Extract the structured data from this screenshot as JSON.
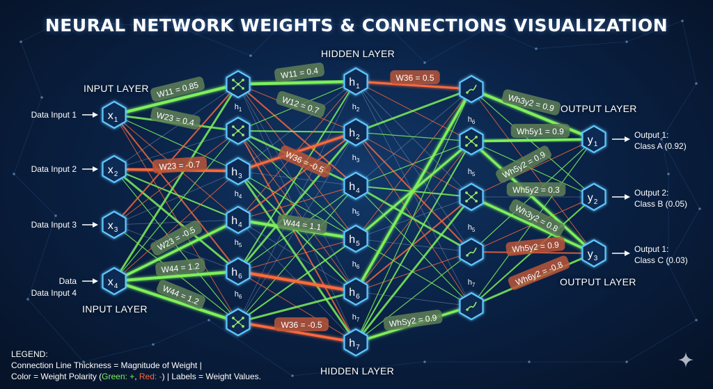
{
  "title": "NEURAL NETWORK WEIGHTS & CONNECTIONS VISUALIZATION",
  "colors": {
    "positive": "#7ef05a",
    "negative": "#ff6a3a",
    "neutral": "#9fb2cf",
    "node_border": "#5fc8ff",
    "node_fill": "#0b2a52"
  },
  "layer_labels": {
    "input_top": "INPUT LAYER",
    "input_bottom": "INPUT LAYER",
    "hidden_top": "HIDDEN LAYER",
    "hidden_bottom": "HIDDEN LAYER",
    "output_top": "OUTPUT LAYER",
    "output_bottom": "OUTPUT LAYER"
  },
  "input_labels": [
    "Data Input 1",
    "Data Input 2",
    "Data Input 3",
    "Data",
    "Data Input 4"
  ],
  "inputs": [
    {
      "base": "x",
      "sub": "1"
    },
    {
      "base": "x",
      "sub": "2"
    },
    {
      "base": "x",
      "sub": "3"
    },
    {
      "base": "x",
      "sub": "4"
    }
  ],
  "hidden1": [
    {
      "base": "",
      "sub": "",
      "icon": "network-icon",
      "caption": "h1"
    },
    {
      "base": "",
      "sub": "",
      "icon": "network-icon",
      "caption": ""
    },
    {
      "base": "h",
      "sub": "3",
      "icon": "",
      "caption": "h4"
    },
    {
      "base": "h",
      "sub": "4",
      "icon": "",
      "caption": "h5"
    },
    {
      "base": "h",
      "sub": "6",
      "icon": "",
      "caption": "h6"
    },
    {
      "base": "",
      "sub": "",
      "icon": "network-icon",
      "caption": ""
    }
  ],
  "hidden2": [
    {
      "base": "h",
      "sub": "1",
      "caption": "h2"
    },
    {
      "base": "h",
      "sub": "2",
      "caption": "h3"
    },
    {
      "base": "h",
      "sub": "4",
      "caption": "h5"
    },
    {
      "base": "h",
      "sub": "5",
      "caption": "h6"
    },
    {
      "base": "h",
      "sub": "6",
      "caption": "h7"
    },
    {
      "base": "h",
      "sub": "7",
      "caption": ""
    }
  ],
  "hidden3": [
    {
      "icon": "neuron-icon",
      "caption": "h6"
    },
    {
      "icon": "network-icon",
      "caption": "h5"
    },
    {
      "icon": "network-icon",
      "caption": "h5"
    },
    {
      "icon": "neuron-icon",
      "caption": "h7"
    },
    {
      "icon": "neuron-icon",
      "caption": ""
    }
  ],
  "outputs": [
    {
      "base": "y",
      "sub": "1",
      "line1": "Output 1:",
      "line2": "Class A (0.92)"
    },
    {
      "base": "y",
      "sub": "2",
      "line1": "Output 2:",
      "line2": "Class B (0.05)"
    },
    {
      "base": "y",
      "sub": "3",
      "line1": "Output 1:",
      "line2": "Class C (0.03)"
    }
  ],
  "weight_labels": [
    {
      "text": "W11 = 0.85",
      "polarity": "positive"
    },
    {
      "text": "W23 = 0.4",
      "polarity": "positive"
    },
    {
      "text": "W11 = 0.4",
      "polarity": "positive"
    },
    {
      "text": "W12 = 0.7",
      "polarity": "positive"
    },
    {
      "text": "W36 = 0.5",
      "polarity": "negative"
    },
    {
      "text": "W23 = -0.7",
      "polarity": "negative"
    },
    {
      "text": "W36 = -0.5",
      "polarity": "negative"
    },
    {
      "text": "W44 = 1.1",
      "polarity": "positive"
    },
    {
      "text": "W23 = -0.5",
      "polarity": "positive"
    },
    {
      "text": "W44 = 1.2",
      "polarity": "positive"
    },
    {
      "text": "W44 = 1.2",
      "polarity": "positive"
    },
    {
      "text": "W36 = -0.5",
      "polarity": "negative"
    },
    {
      "text": "WhSy2 = 0.9",
      "polarity": "positive"
    },
    {
      "text": "Wh3y2 = 0.9",
      "polarity": "positive"
    },
    {
      "text": "Wh5y1 = 0.9",
      "polarity": "positive"
    },
    {
      "text": "Wh5y2 = 0.9",
      "polarity": "positive"
    },
    {
      "text": "Wh5y2 = 0.3",
      "polarity": "positive"
    },
    {
      "text": "Wh3y2 = 0.8",
      "polarity": "positive"
    },
    {
      "text": "Wh5y2 = 0.9",
      "polarity": "negative"
    },
    {
      "text": "Wh6y2 = -0.8",
      "polarity": "negative"
    }
  ],
  "legend": {
    "heading": "LEGEND:",
    "line1": "Connection Line Thickness = Magnitude of Weight |",
    "line2_prefix": "Color = Weight Polarity (",
    "line2_pos": "Green: +",
    "line2_mid": ", ",
    "line2_neg": "Red: -",
    "line2_suffix": ") | Labels = Weight Values."
  }
}
